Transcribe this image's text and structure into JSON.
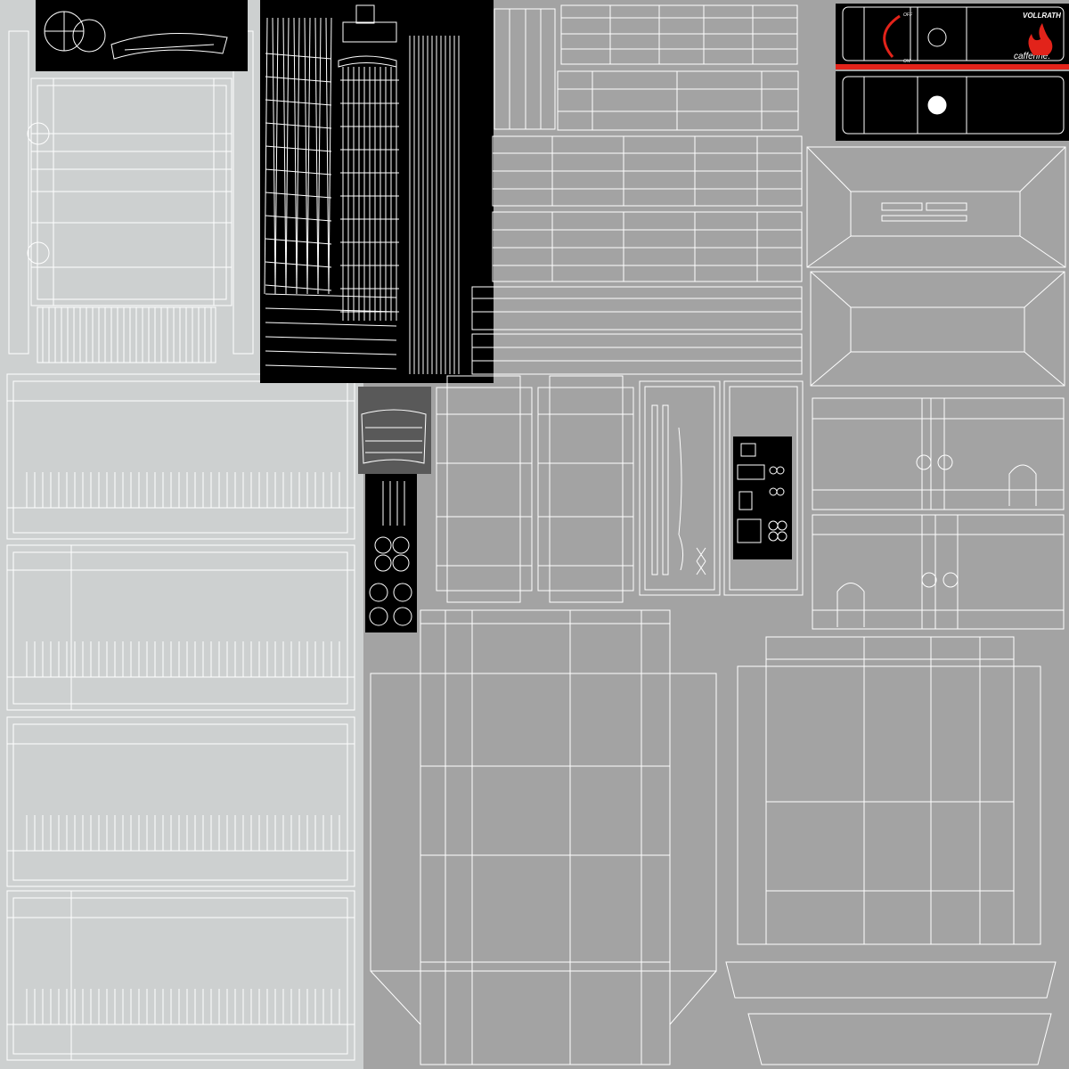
{
  "texture": {
    "background_color": "#a3a3a3",
    "light_panel_color": "#cdd0d0",
    "dark_panel_color": "#000000",
    "dark_gray_panel_color": "#595959",
    "wire_color": "#ffffff",
    "accent_color": "#e2231a"
  },
  "labels": {
    "brand": "VOLLRATH",
    "model": "caffenne.",
    "off": "OFF",
    "on": "ON"
  }
}
